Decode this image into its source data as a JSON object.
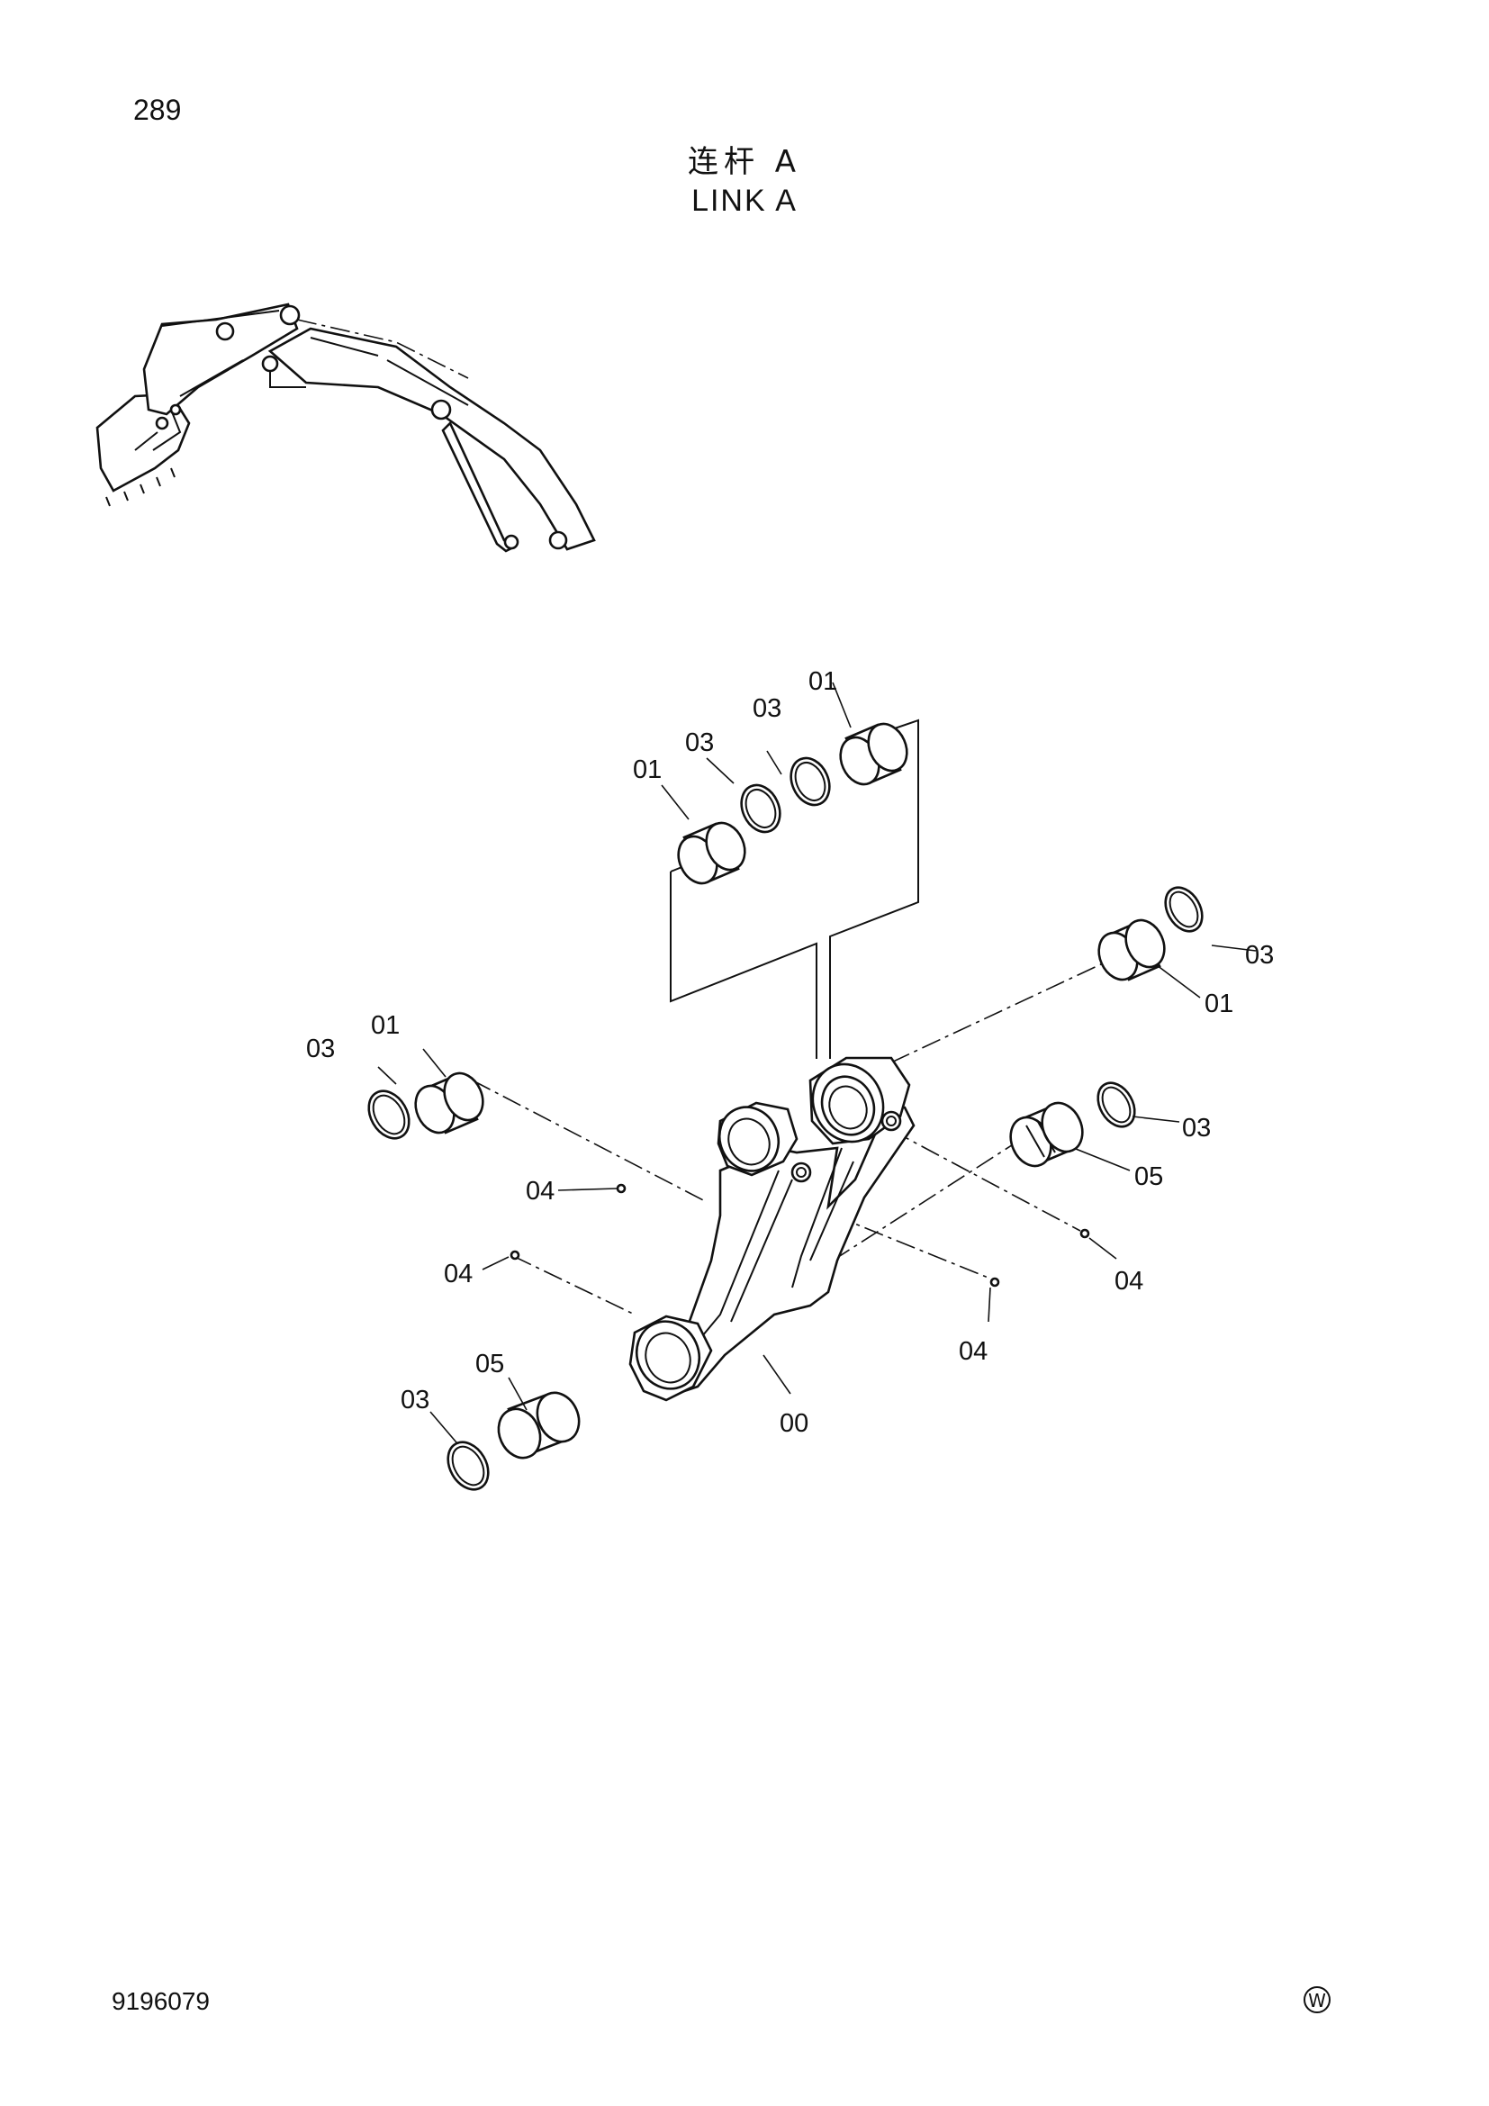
{
  "page": {
    "page_number": "289",
    "title_cn": "连杆 A",
    "title_en": "LINK A",
    "drawing_number": "9196079",
    "mark": "W"
  },
  "callouts": [
    {
      "id": "c1",
      "label": "01"
    },
    {
      "id": "c2",
      "label": "03"
    },
    {
      "id": "c3",
      "label": "03"
    },
    {
      "id": "c4",
      "label": "01"
    },
    {
      "id": "c5",
      "label": "03"
    },
    {
      "id": "c6",
      "label": "01"
    },
    {
      "id": "c7",
      "label": "03"
    },
    {
      "id": "c8",
      "label": "01"
    },
    {
      "id": "c9",
      "label": "03"
    },
    {
      "id": "c10",
      "label": "05"
    },
    {
      "id": "c11",
      "label": "04"
    },
    {
      "id": "c12",
      "label": "04"
    },
    {
      "id": "c13",
      "label": "04"
    },
    {
      "id": "c14",
      "label": "04"
    },
    {
      "id": "c15",
      "label": "05"
    },
    {
      "id": "c16",
      "label": "03"
    },
    {
      "id": "c17",
      "label": "00"
    }
  ]
}
